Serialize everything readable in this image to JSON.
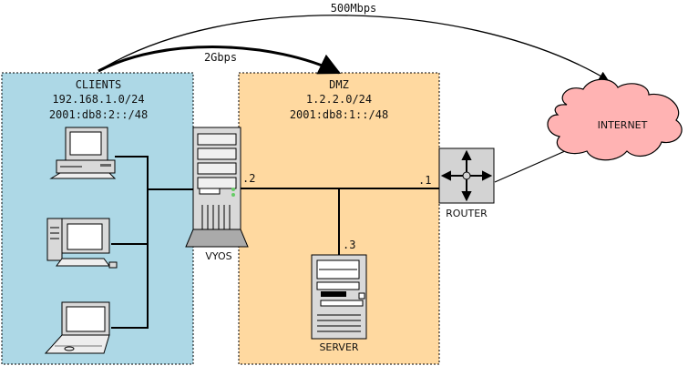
{
  "bandwidth": {
    "internet_link": "500Mbps",
    "dmz_link": "2Gbps"
  },
  "zones": {
    "clients": {
      "name": "CLIENTS",
      "ipv4": "192.168.1.0/24",
      "ipv6": "2001:db8:2::/48",
      "color": "#add8e6"
    },
    "dmz": {
      "name": "DMZ",
      "ipv4": "1.2.2.0/24",
      "ipv6": "2001:db8:1::/48",
      "color": "#ffd9a0"
    }
  },
  "nodes": {
    "vyos": {
      "label": "VYOS",
      "port": ".2"
    },
    "router": {
      "label": "ROUTER",
      "port": ".1"
    },
    "server": {
      "label": "SERVER",
      "port": ".3"
    },
    "internet": {
      "label": "INTERNET",
      "color": "#ffb3b3"
    }
  },
  "icons": [
    "desktop-computer-icon",
    "tower-computer-icon",
    "laptop-icon",
    "server-tower-icon",
    "router-icon",
    "cloud-icon"
  ]
}
